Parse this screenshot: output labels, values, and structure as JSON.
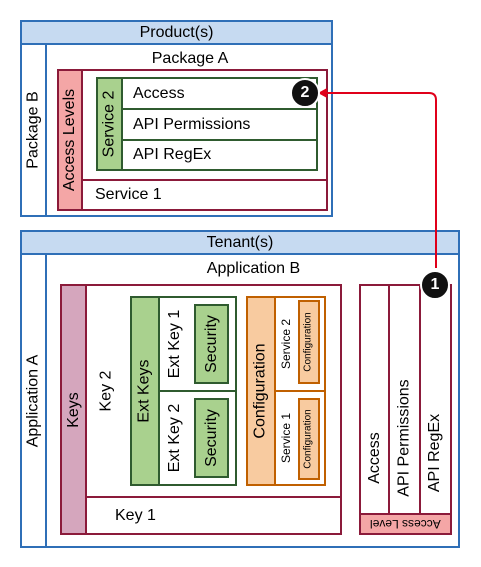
{
  "top": {
    "title": "Product(s)",
    "outer_label": "Package B",
    "package_a": "Package A",
    "access_levels": "Access Levels",
    "service2": "Service 2",
    "rows": [
      "Access",
      "API Permissions",
      "API RegEx"
    ],
    "service1": "Service 1"
  },
  "bottom": {
    "title": "Tenant(s)",
    "outer_label": "Application A",
    "app_b": "Application B",
    "keys": "Keys",
    "key2": "Key 2",
    "key1": "Key 1",
    "ext_keys": "Ext Keys",
    "ext_key1": "Ext Key 1",
    "ext_key2": "Ext Key 2",
    "security": "Security",
    "configuration": "Configuration",
    "service2": "Service 2",
    "service1": "Service 1",
    "config_small": "Configuration",
    "access_cols": [
      "Access",
      "API Permissions",
      "API RegEx"
    ],
    "access_level_flipped": "Access Level"
  },
  "badges": [
    "1",
    "2"
  ],
  "colors": {
    "blue_border": "#2f6fb7",
    "blue_fill": "#c6daf1",
    "maroon": "#8b1a3a",
    "green": "#a9d18e",
    "pink": "#f4a6a6",
    "purple": "#d5a6bd",
    "orange": "#f8cba0",
    "arrow_red": "#e0001a"
  }
}
